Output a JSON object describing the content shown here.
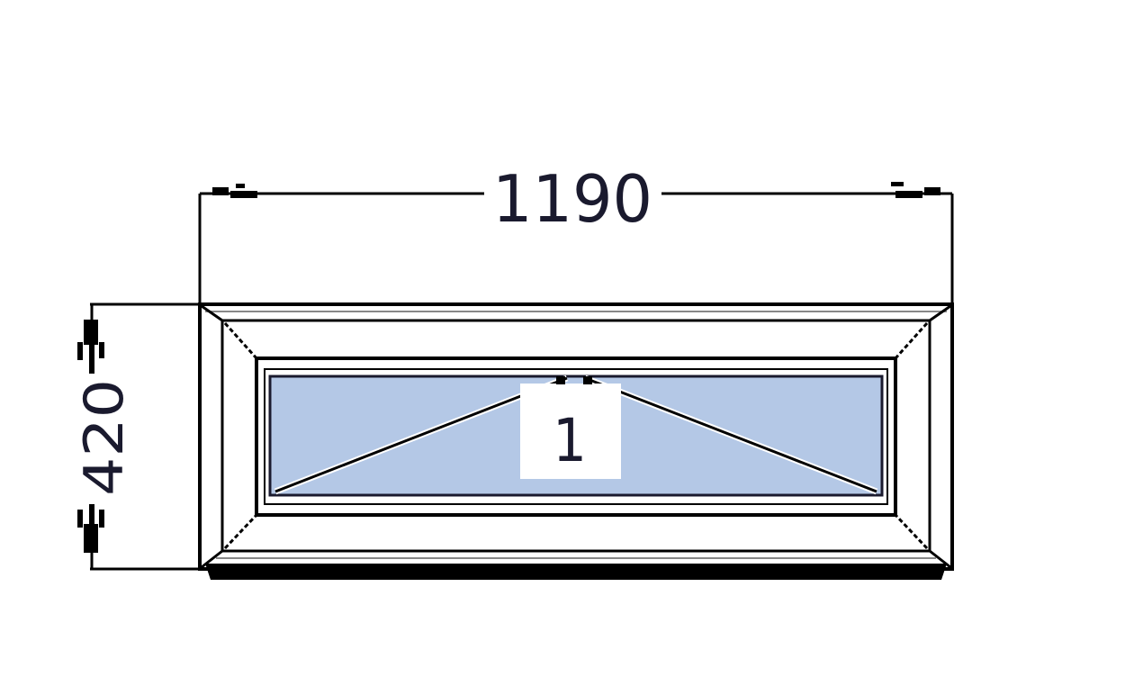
{
  "diagram": {
    "type": "window-drawing",
    "dimensions": {
      "width_label": "1190",
      "height_label": "420"
    },
    "sash": {
      "number_label": "1",
      "opening_type": "top-hung"
    },
    "colors": {
      "glass": "#b4c8e6",
      "frame_fill": "#ffffff",
      "line": "#000000",
      "text": "#1a1a2e"
    }
  }
}
